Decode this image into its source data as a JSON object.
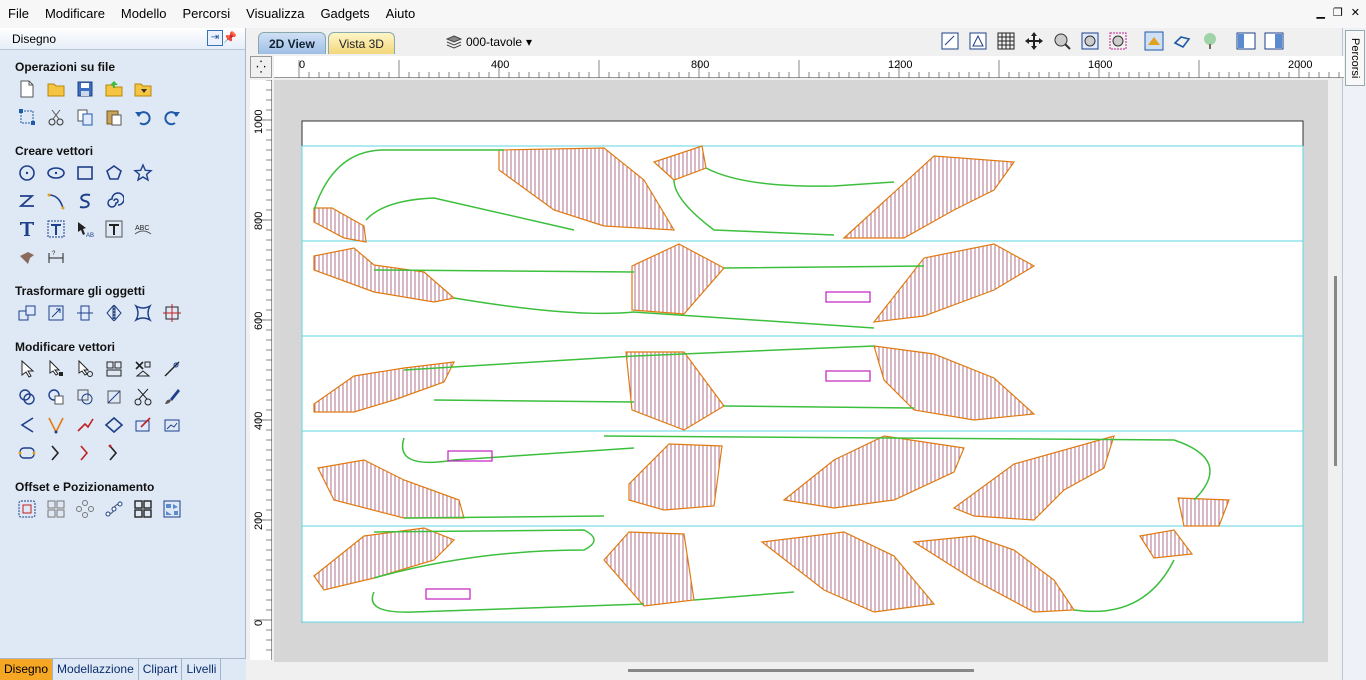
{
  "menu": [
    "File",
    "Modificare",
    "Modello",
    "Percorsi",
    "Visualizza",
    "Gadgets",
    "Aiuto"
  ],
  "panel": {
    "title": "Disegno",
    "sections": [
      {
        "title": "Operazioni su file"
      },
      {
        "title": "Creare vettori"
      },
      {
        "title": "Trasformare gli oggetti"
      },
      {
        "title": "Modificare vettori"
      },
      {
        "title": "Offset e Pozizionamento"
      }
    ],
    "tabs": [
      "Disegno",
      "Modellazzione",
      "Clipart",
      "Livelli"
    ]
  },
  "doc_tabs": [
    "2D View",
    "Vista 3D"
  ],
  "layer": {
    "name": "000-tavole"
  },
  "right_tab": "Percorsi",
  "ruler": {
    "h_labels": [
      "0",
      "400",
      "800",
      "1200",
      "1600",
      "2000"
    ],
    "v_labels": [
      "1000",
      "800",
      "600",
      "400",
      "200",
      "0"
    ]
  },
  "colors": {
    "panel_bg": "#dfe9f5",
    "path_green": "#3cbf3c",
    "outline_orange": "#e07a10",
    "hatch_red": "#a04a6a",
    "sheet_cyan": "#5fd6e0",
    "tag_magenta": "#c020c0"
  }
}
